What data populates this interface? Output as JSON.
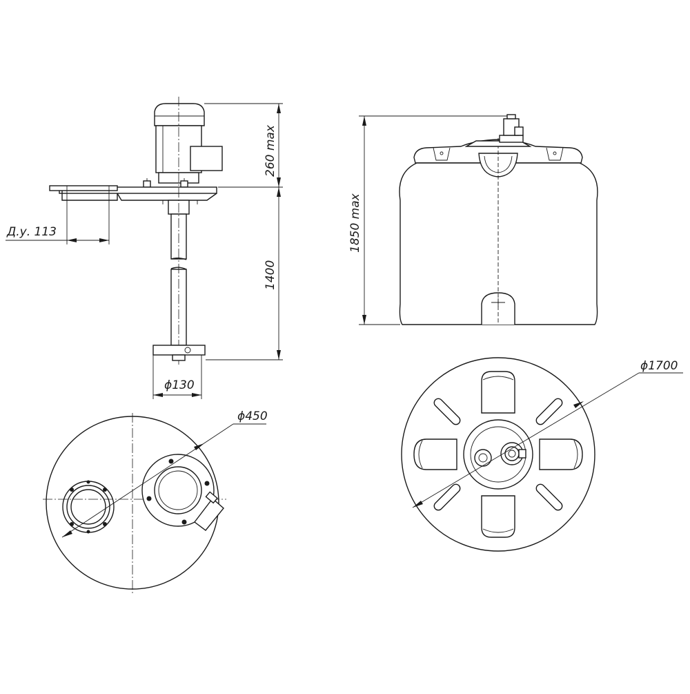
{
  "dimensions": {
    "motor_height": "260 max",
    "shaft_length": "1400",
    "nozzle_diameter": "Д.у. 113",
    "impeller_diameter": "ϕ130",
    "tank_height": "1850 max",
    "tank_diameter": "ϕ1700",
    "hatch_diameter": "ϕ450"
  }
}
